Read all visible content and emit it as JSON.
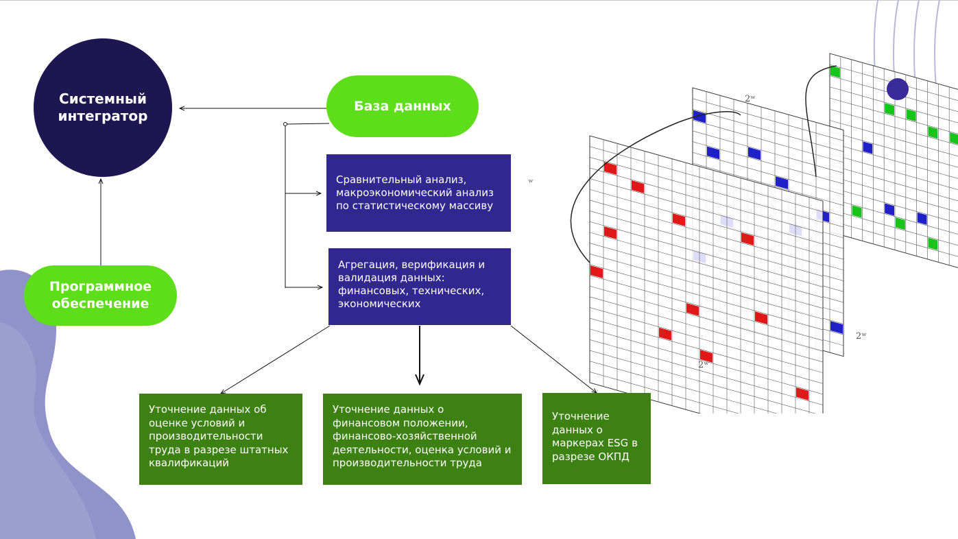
{
  "nodes": {
    "integrator": "Системный интегратор",
    "database": "База данных",
    "software": "Программное обеспечение",
    "analysis": "Сравнительный анализ, макроэкономический анализ по статистическому массиву",
    "aggregation": "Агрегация, верификация и валидация данных: финансовых, технических, экономических",
    "refine_labor": "Уточнение данных об оценке условий и производительности труда в разрезе штатных квалификаций",
    "refine_finance": "Уточнение данных о финансовом положении, финансово-хозяйственной деятельности, оценка условий и производительности труда",
    "refine_esg": "Уточнение данных о маркерах ESG в разрезе ОКПД"
  },
  "colors": {
    "navy": "#1e1650",
    "green_pill": "#5ede1a",
    "purple_box": "#32278e",
    "green_box": "#3c8112",
    "blob": "#8f93c9"
  },
  "illustration": {
    "labels": [
      "2ʷ",
      "2ʷ",
      "2ʷ",
      "2ʷ"
    ]
  }
}
